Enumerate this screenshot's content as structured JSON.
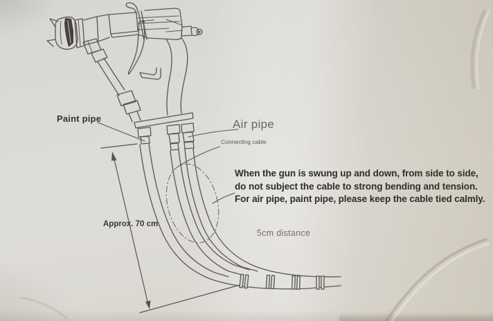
{
  "figure": {
    "labels": {
      "paint_pipe": "Paint pipe",
      "air_pipe": "Air pipe",
      "connecting_cable": "Connecting cable",
      "approx_70cm": "Approx. 70 cm",
      "distance_5cm": "5cm distance"
    },
    "caution": {
      "line1": "When the gun is swung up and down, from side to side,",
      "line2": "do not subject the cable to strong bending and tension.",
      "line3": "For air pipe, paint pipe, please keep the cable tied calmly."
    }
  },
  "colors": {
    "paper_base": "#dbdad6",
    "paper_right_tint": "#d4cdc0",
    "ink_line": "#5b5954",
    "ink_dark_fill": "#45423c",
    "label_text_dark": "#33312c",
    "label_text_gray": "#6b6864"
  }
}
